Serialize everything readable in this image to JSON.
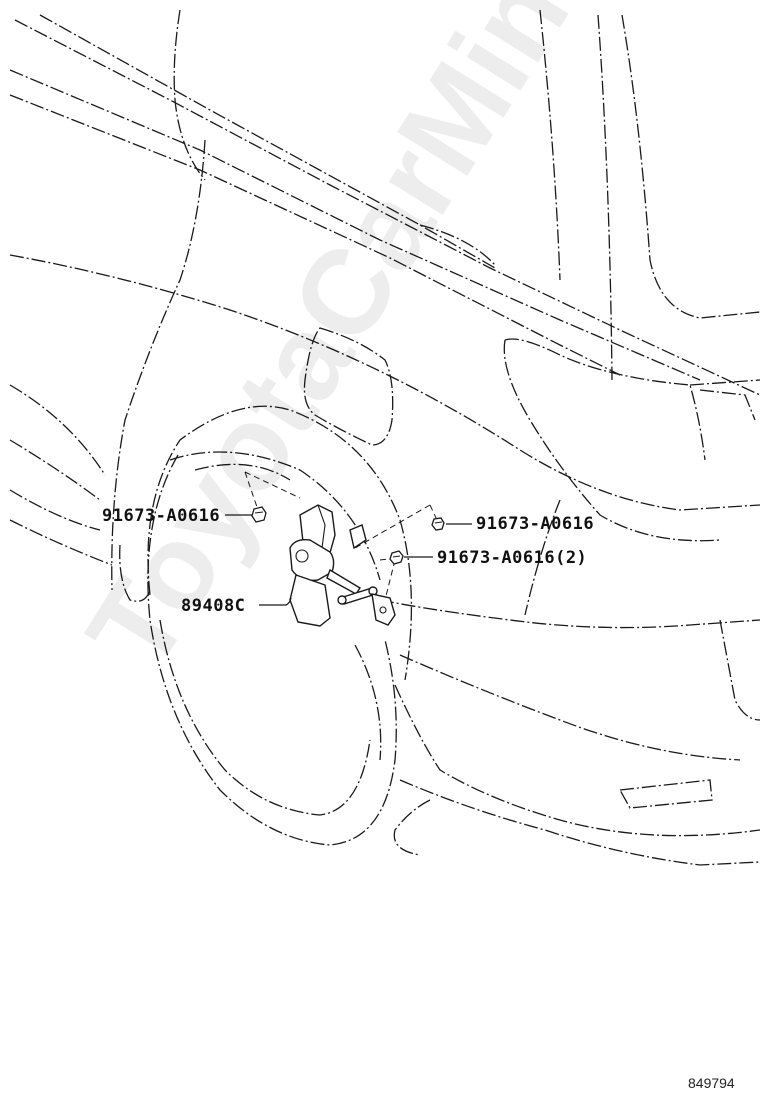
{
  "diagram": {
    "labels": {
      "left_bolt": "91673-A0616",
      "sensor": "89408C",
      "right_bolt": "91673-A0616",
      "right_bolt_2": "91673-A0616(2)"
    },
    "diagram_id": "849794",
    "watermark": "ToyotaCarMine.ru"
  }
}
